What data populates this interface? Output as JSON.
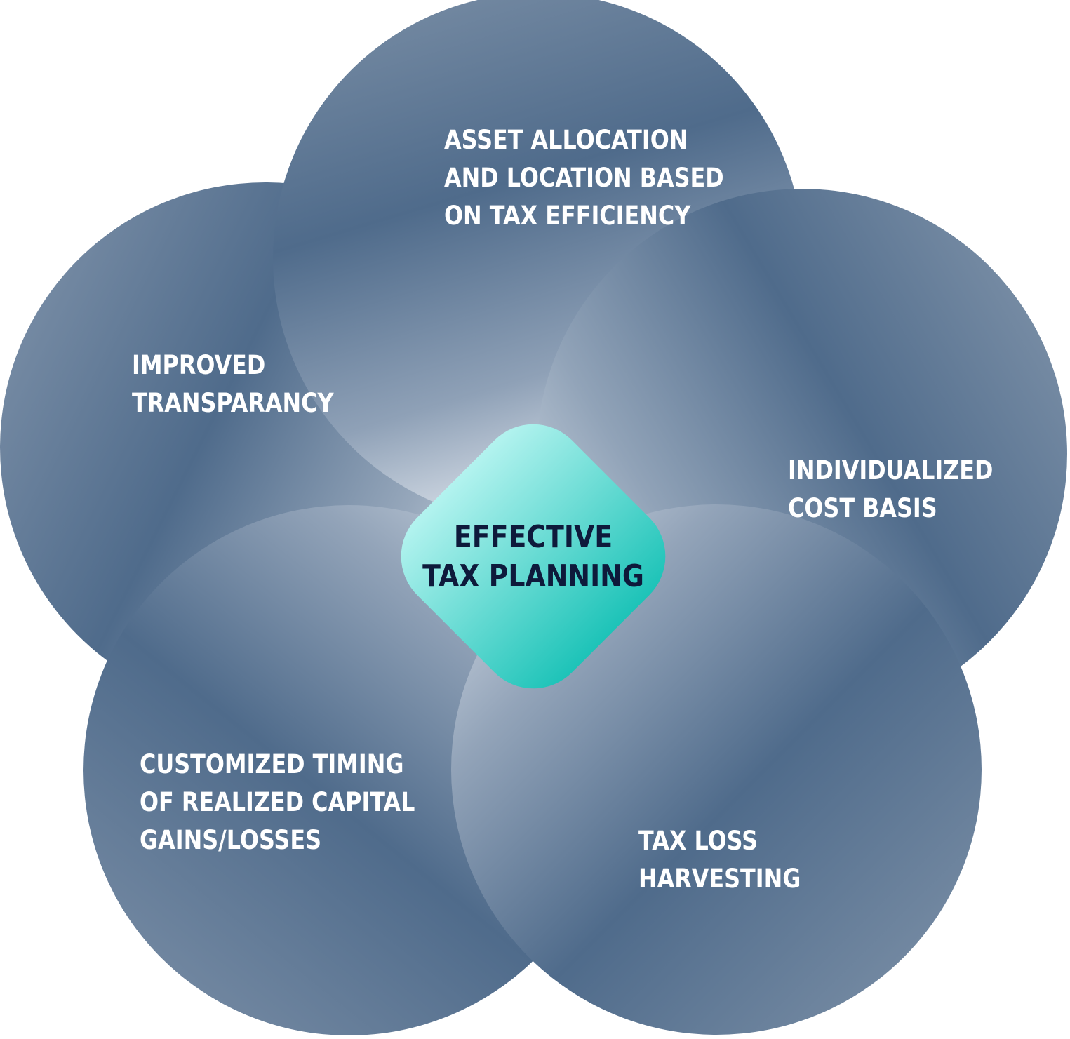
{
  "center": {
    "label": "EFFECTIVE\nTAX PLANNING"
  },
  "petals": [
    {
      "label": "ASSET ALLOCATION\nAND LOCATION BASED\nON TAX EFFICIENCY"
    },
    {
      "label": "INDIVIDUALIZED\nCOST BASIS"
    },
    {
      "label": "TAX LOSS\nHARVESTING"
    },
    {
      "label": "CUSTOMIZED TIMING\nOF REALIZED CAPITAL\nGAINS/LOSSES"
    },
    {
      "label": "IMPROVED\nTRANSPARANCY"
    }
  ],
  "colors": {
    "petal_dark": "#4d6a8a",
    "petal_mid": "#7a90aa",
    "petal_light": "#c9d3df",
    "center_light": "#a6f0ec",
    "center_dark": "#1fc5bb",
    "center_text": "#0e1a3b",
    "petal_text": "#ffffff"
  }
}
